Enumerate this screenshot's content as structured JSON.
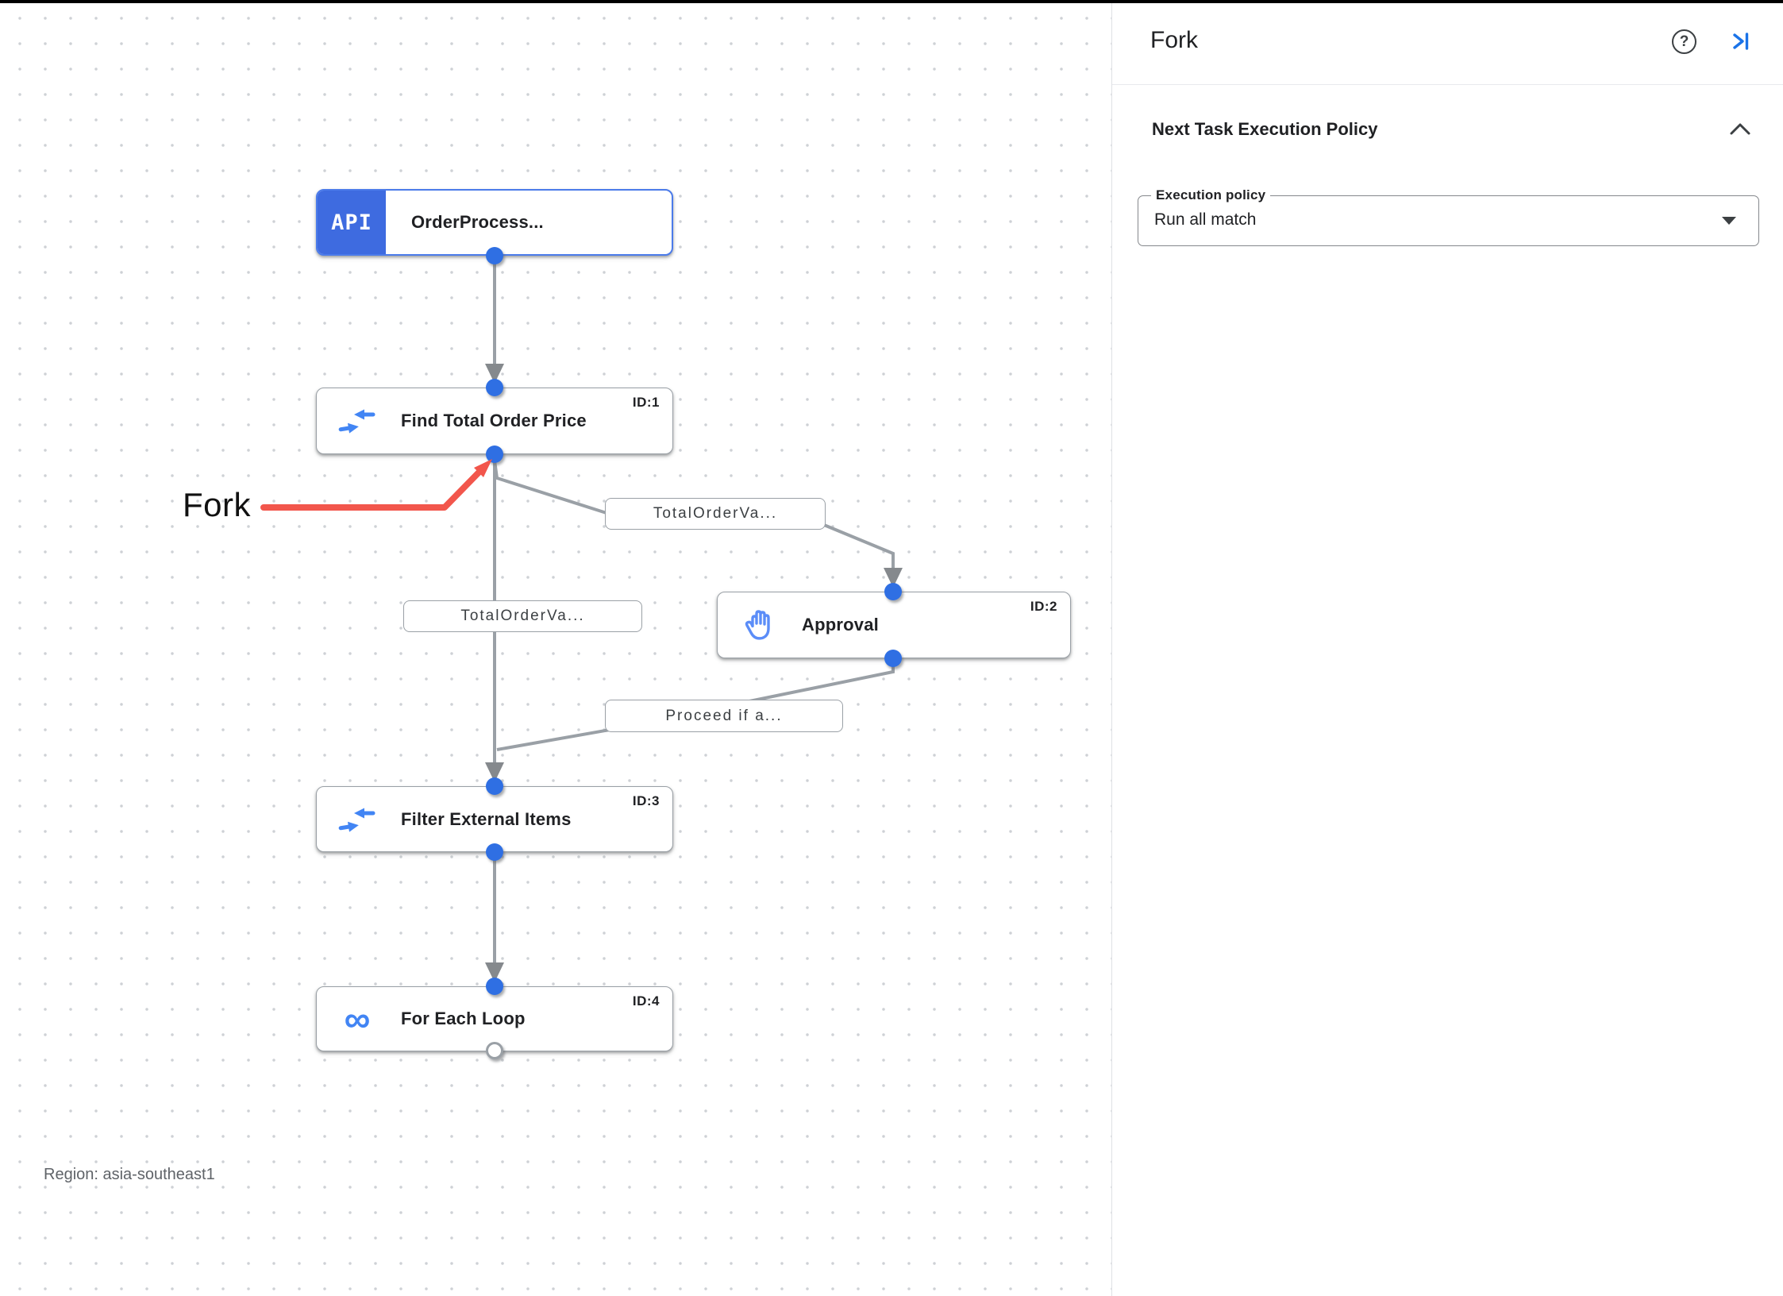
{
  "canvas": {
    "region_label": "Region: asia-southeast1",
    "annotation": {
      "label": "Fork"
    },
    "nodes": [
      {
        "title": "OrderProcess...",
        "badge": "API",
        "id_label": "",
        "icon": "api-trigger-icon"
      },
      {
        "title": "Find Total Order Price",
        "id_label": "ID:1",
        "icon": "data-mapping-icon"
      },
      {
        "title": "Approval",
        "id_label": "ID:2",
        "icon": "approval-hand-icon"
      },
      {
        "title": "Filter External Items",
        "id_label": "ID:3",
        "icon": "data-mapping-icon"
      },
      {
        "title": "For Each Loop",
        "id_label": "ID:4",
        "icon": "for-each-loop-icon"
      }
    ],
    "edge_labels": {
      "to_approval": "TotalOrderVa...",
      "to_filter": "TotalOrderVa...",
      "from_approval": "Proceed if a..."
    }
  },
  "panel": {
    "title": "Fork",
    "section": {
      "header": "Next Task Execution Policy",
      "field_label": "Execution policy",
      "field_value": "Run all match"
    }
  },
  "icons": {
    "help_glyph": "?",
    "loop_glyph": "∞"
  },
  "colors": {
    "accent_blue": "#4285f4",
    "trigger_blue": "#3e6be0",
    "port_blue": "#2f6fe3",
    "edge_gray": "#9aa0a6",
    "annotation_red": "#f2564c",
    "panel_icon_blue": "#1a73e8"
  }
}
